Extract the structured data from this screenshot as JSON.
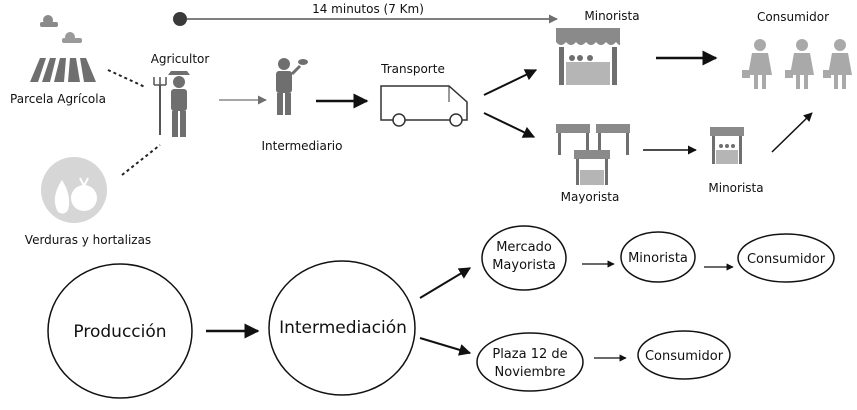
{
  "top": {
    "route_label": "14 minutos (7 Km)",
    "parcela": "Parcela Agrícola",
    "verduras": "Verduras y hortalizas",
    "agricultor": "Agricultor",
    "intermediario": "Intermediario",
    "transporte": "Transporte",
    "minorista_top": "Minorista",
    "consumidor_top": "Consumidor",
    "mayorista": "Mayorista",
    "minorista_mid": "Minorista"
  },
  "bottom": {
    "produccion": "Producción",
    "intermediacion": "Intermediación",
    "mercado_line1": "Mercado",
    "mercado_line2": "Mayorista",
    "minorista": "Minorista",
    "consumidor_1": "Consumidor",
    "plaza_line1": "Plaza 12 de",
    "plaza_line2": "Noviembre",
    "consumidor_2": "Consumidor"
  },
  "colors": {
    "ink": "#111111",
    "icon_gray": "#6f6f6f",
    "light_gray": "#a9a9a9",
    "dot": "#3a3a3a"
  }
}
